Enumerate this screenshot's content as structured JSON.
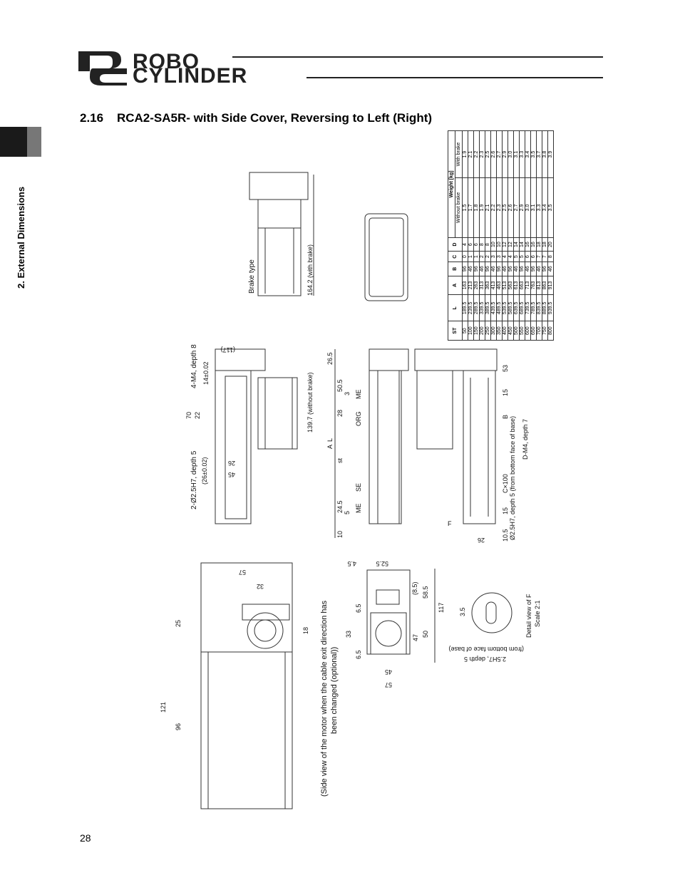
{
  "header": {
    "logo_line1": "ROBO",
    "logo_line2": "CYLINDER"
  },
  "side_tab": {
    "label": "2. External Dimensions"
  },
  "section": {
    "title": "2.16    RCA2-SA5R- with Side Cover, Reversing to Left (Right)"
  },
  "page_number": "28",
  "drawing": {
    "brake_type": "Brake type",
    "with_brake": "164.2 (with brake)",
    "without_brake": "139.7 (without brake)",
    "tap_note": "4-M4, depth 8",
    "tap_tol": "14±0.02",
    "pin_note": "2-Ø2.5H7, depth 5",
    "pin_tol": "(26±0.02)",
    "dim_117": "(117)",
    "dim_70": "70",
    "dim_22": "22",
    "dim_26": "26",
    "dim_45": "45",
    "dim_26_5": "26.5",
    "dim_50_5": "50.5",
    "dim_3": "3",
    "dim_28": "28",
    "dim_24_5": "24.5",
    "dim_5": "5",
    "dim_10": "10",
    "lbl_L": "L",
    "lbl_A": "A",
    "lbl_st": "st",
    "lbl_me": "ME",
    "lbl_org": "ORG",
    "lbl_se": "SE",
    "dim_53": "53",
    "dim_15a": "15",
    "lbl_B": "B",
    "dim_15b": "15",
    "dim_10_5": "10.5",
    "dim_26b": "26",
    "cx100": "C×100",
    "bottom_pin": "Ø2.5H7, depth 5 (from bottom face of base)",
    "dm4": "D-M4, depth 7",
    "lbl_F": "F",
    "side_view_note": "(Side view of the motor when the cable exit direction has been changed (optional))",
    "dim_57a": "57",
    "dim_32": "32",
    "dim_25": "25",
    "dim_18": "18",
    "dim_121": "121",
    "dim_96": "96",
    "dim_4_5": "4.5",
    "dim_52_5": "52.5",
    "dim_8_5": "(8.5)",
    "dim_58_5": "58.5",
    "dim_117b": "117",
    "dim_6_5a": "6.5",
    "dim_33": "33",
    "dim_6_5b": "6.5",
    "dim_47": "47",
    "dim_50": "50",
    "dim_45b": "45",
    "dim_57b": "57",
    "detail_pin": "2.5H7, depth 5",
    "detail_pin2": "(from bottom face of base)",
    "detail_view": "Detail view of F",
    "detail_scale": "Scale 2:1",
    "dim_3_5": "3.5"
  },
  "weight_table": {
    "headers": [
      "ST",
      "L",
      "A",
      "B",
      "C",
      "D"
    ],
    "weight_header": "Weight [kg]",
    "weight_sub": [
      "Without brake",
      "With brake"
    ],
    "rows": [
      [
        "50",
        "189.5",
        "163",
        "96",
        "0",
        "4",
        "1.5",
        "1.9"
      ],
      [
        "100",
        "239.5",
        "213",
        "46",
        "1",
        "6",
        "1.7",
        "2.1"
      ],
      [
        "150",
        "289.5",
        "263",
        "96",
        "1",
        "6",
        "1.8",
        "2.2"
      ],
      [
        "200",
        "339.5",
        "313",
        "46",
        "2",
        "8",
        "1.9",
        "2.3"
      ],
      [
        "250",
        "389.5",
        "363",
        "96",
        "2",
        "8",
        "2.1",
        "2.5"
      ],
      [
        "300",
        "439.5",
        "413",
        "46",
        "3",
        "10",
        "2.2",
        "2.6"
      ],
      [
        "350",
        "489.5",
        "463",
        "96",
        "3",
        "10",
        "2.3",
        "2.7"
      ],
      [
        "400",
        "539.5",
        "513",
        "46",
        "4",
        "12",
        "2.5",
        "2.9"
      ],
      [
        "450",
        "589.5",
        "563",
        "96",
        "4",
        "12",
        "2.6",
        "3.0"
      ],
      [
        "500",
        "639.5",
        "613",
        "46",
        "5",
        "14",
        "2.7",
        "3.1"
      ],
      [
        "550",
        "689.5",
        "663",
        "96",
        "5",
        "14",
        "2.9",
        "3.3"
      ],
      [
        "600",
        "739.5",
        "713",
        "46",
        "6",
        "16",
        "3.0",
        "3.4"
      ],
      [
        "650",
        "789.5",
        "763",
        "96",
        "6",
        "16",
        "3.1",
        "3.5"
      ],
      [
        "700",
        "839.5",
        "813",
        "46",
        "7",
        "18",
        "3.3",
        "3.7"
      ],
      [
        "750",
        "889.5",
        "863",
        "96",
        "7",
        "18",
        "3.4",
        "3.8"
      ],
      [
        "800",
        "939.5",
        "913",
        "46",
        "8",
        "20",
        "3.5",
        "3.9"
      ]
    ]
  }
}
